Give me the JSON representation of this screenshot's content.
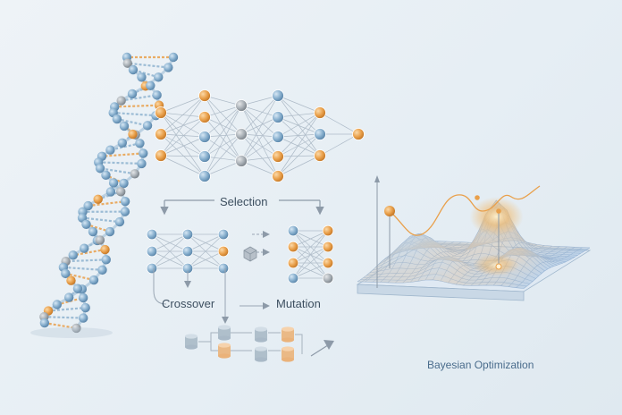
{
  "labels": {
    "selection": "Selection",
    "crossover": "Crossover",
    "mutation": "Mutation",
    "bayesian": "Bayesian Optimization"
  },
  "colors": {
    "blue_node": "#7fa9c9",
    "orange_node": "#e8a04a",
    "edge": "#9aa9b8",
    "grid": "#7fa0c8",
    "peak": "#f0b060"
  },
  "icons": [
    "dna-helix-icon",
    "neural-network-icon",
    "cube-icon",
    "database-icon",
    "arrow-icon"
  ]
}
